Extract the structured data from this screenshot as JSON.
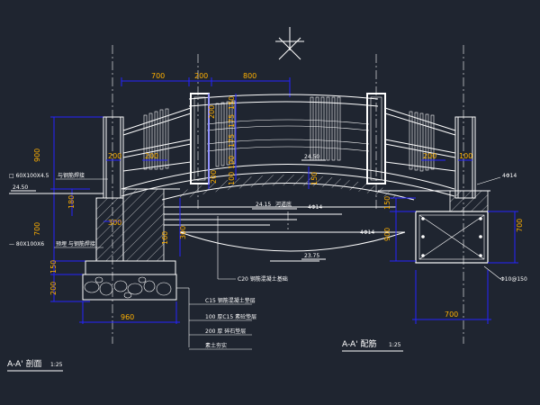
{
  "dimensions": {
    "top_700": "700",
    "top_200": "200",
    "top_800": "800",
    "post_200_a": "200",
    "post_200_b": "200",
    "post_200_c": "200",
    "post_100": "100",
    "v_900": "900",
    "v_700": "700",
    "v_150": "150",
    "v_200": "200",
    "v_180": "180",
    "v_300": "300",
    "v_160": "160",
    "v_300b": "300",
    "v_150b": "150",
    "v_200b": "200",
    "v_175a": "175",
    "v_175b": "175",
    "v_100": "100",
    "v_100b": "100",
    "v_150r": "150",
    "v_200r": "200",
    "foot_960": "960",
    "right_700": "700",
    "right_900": "900",
    "right_150": "150",
    "right_700b": "700"
  },
  "labels": {
    "elev_left": "24.50",
    "elev_mid": "24.15",
    "elev_mid_suffix": "河道底",
    "elev_top": "24.50",
    "elev_bottom": "23.75",
    "pipe_left": "□ 60X100X4.5",
    "pipe_left_note": "与钢筋焊接",
    "rebar_left": "— 80X100X6",
    "rebar_left_note": "预埋 与钢筋焊接",
    "concrete_note": "C20 钢筋混凝土基础",
    "rebar_right_a": "4Φ14",
    "rebar_right_b": "4Φ14",
    "rebar_right_c": "4Φ14",
    "rebar_stirrup": "Φ10@150",
    "layers": [
      "C15 钢筋混凝土垫层",
      "100 厚C15 素砼垫层",
      "200 厚 碎石垫层",
      "素土夯实"
    ],
    "title_left": "A-A'  剖面",
    "scale_left": "1:25",
    "title_right": "A-A'  配筋",
    "scale_right": "1:25"
  }
}
